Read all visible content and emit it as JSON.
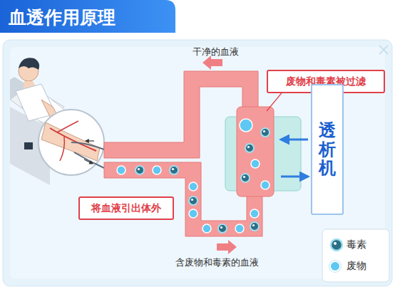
{
  "diagram": {
    "title": "血透作用原理",
    "nodes": [
      {
        "text": [
          "废物和毒素被过滤"
        ]
      },
      {
        "text": [
          "透析机"
        ]
      },
      {
        "text": [
          "将血液引出体外"
        ]
      }
    ],
    "labels": [
      "干净的血液",
      "含废物和毒素的血液"
    ],
    "legend": [
      {
        "text": "毒素"
      },
      {
        "text": "废物",
        "color": "#5ec8f2"
      }
    ]
  }
}
